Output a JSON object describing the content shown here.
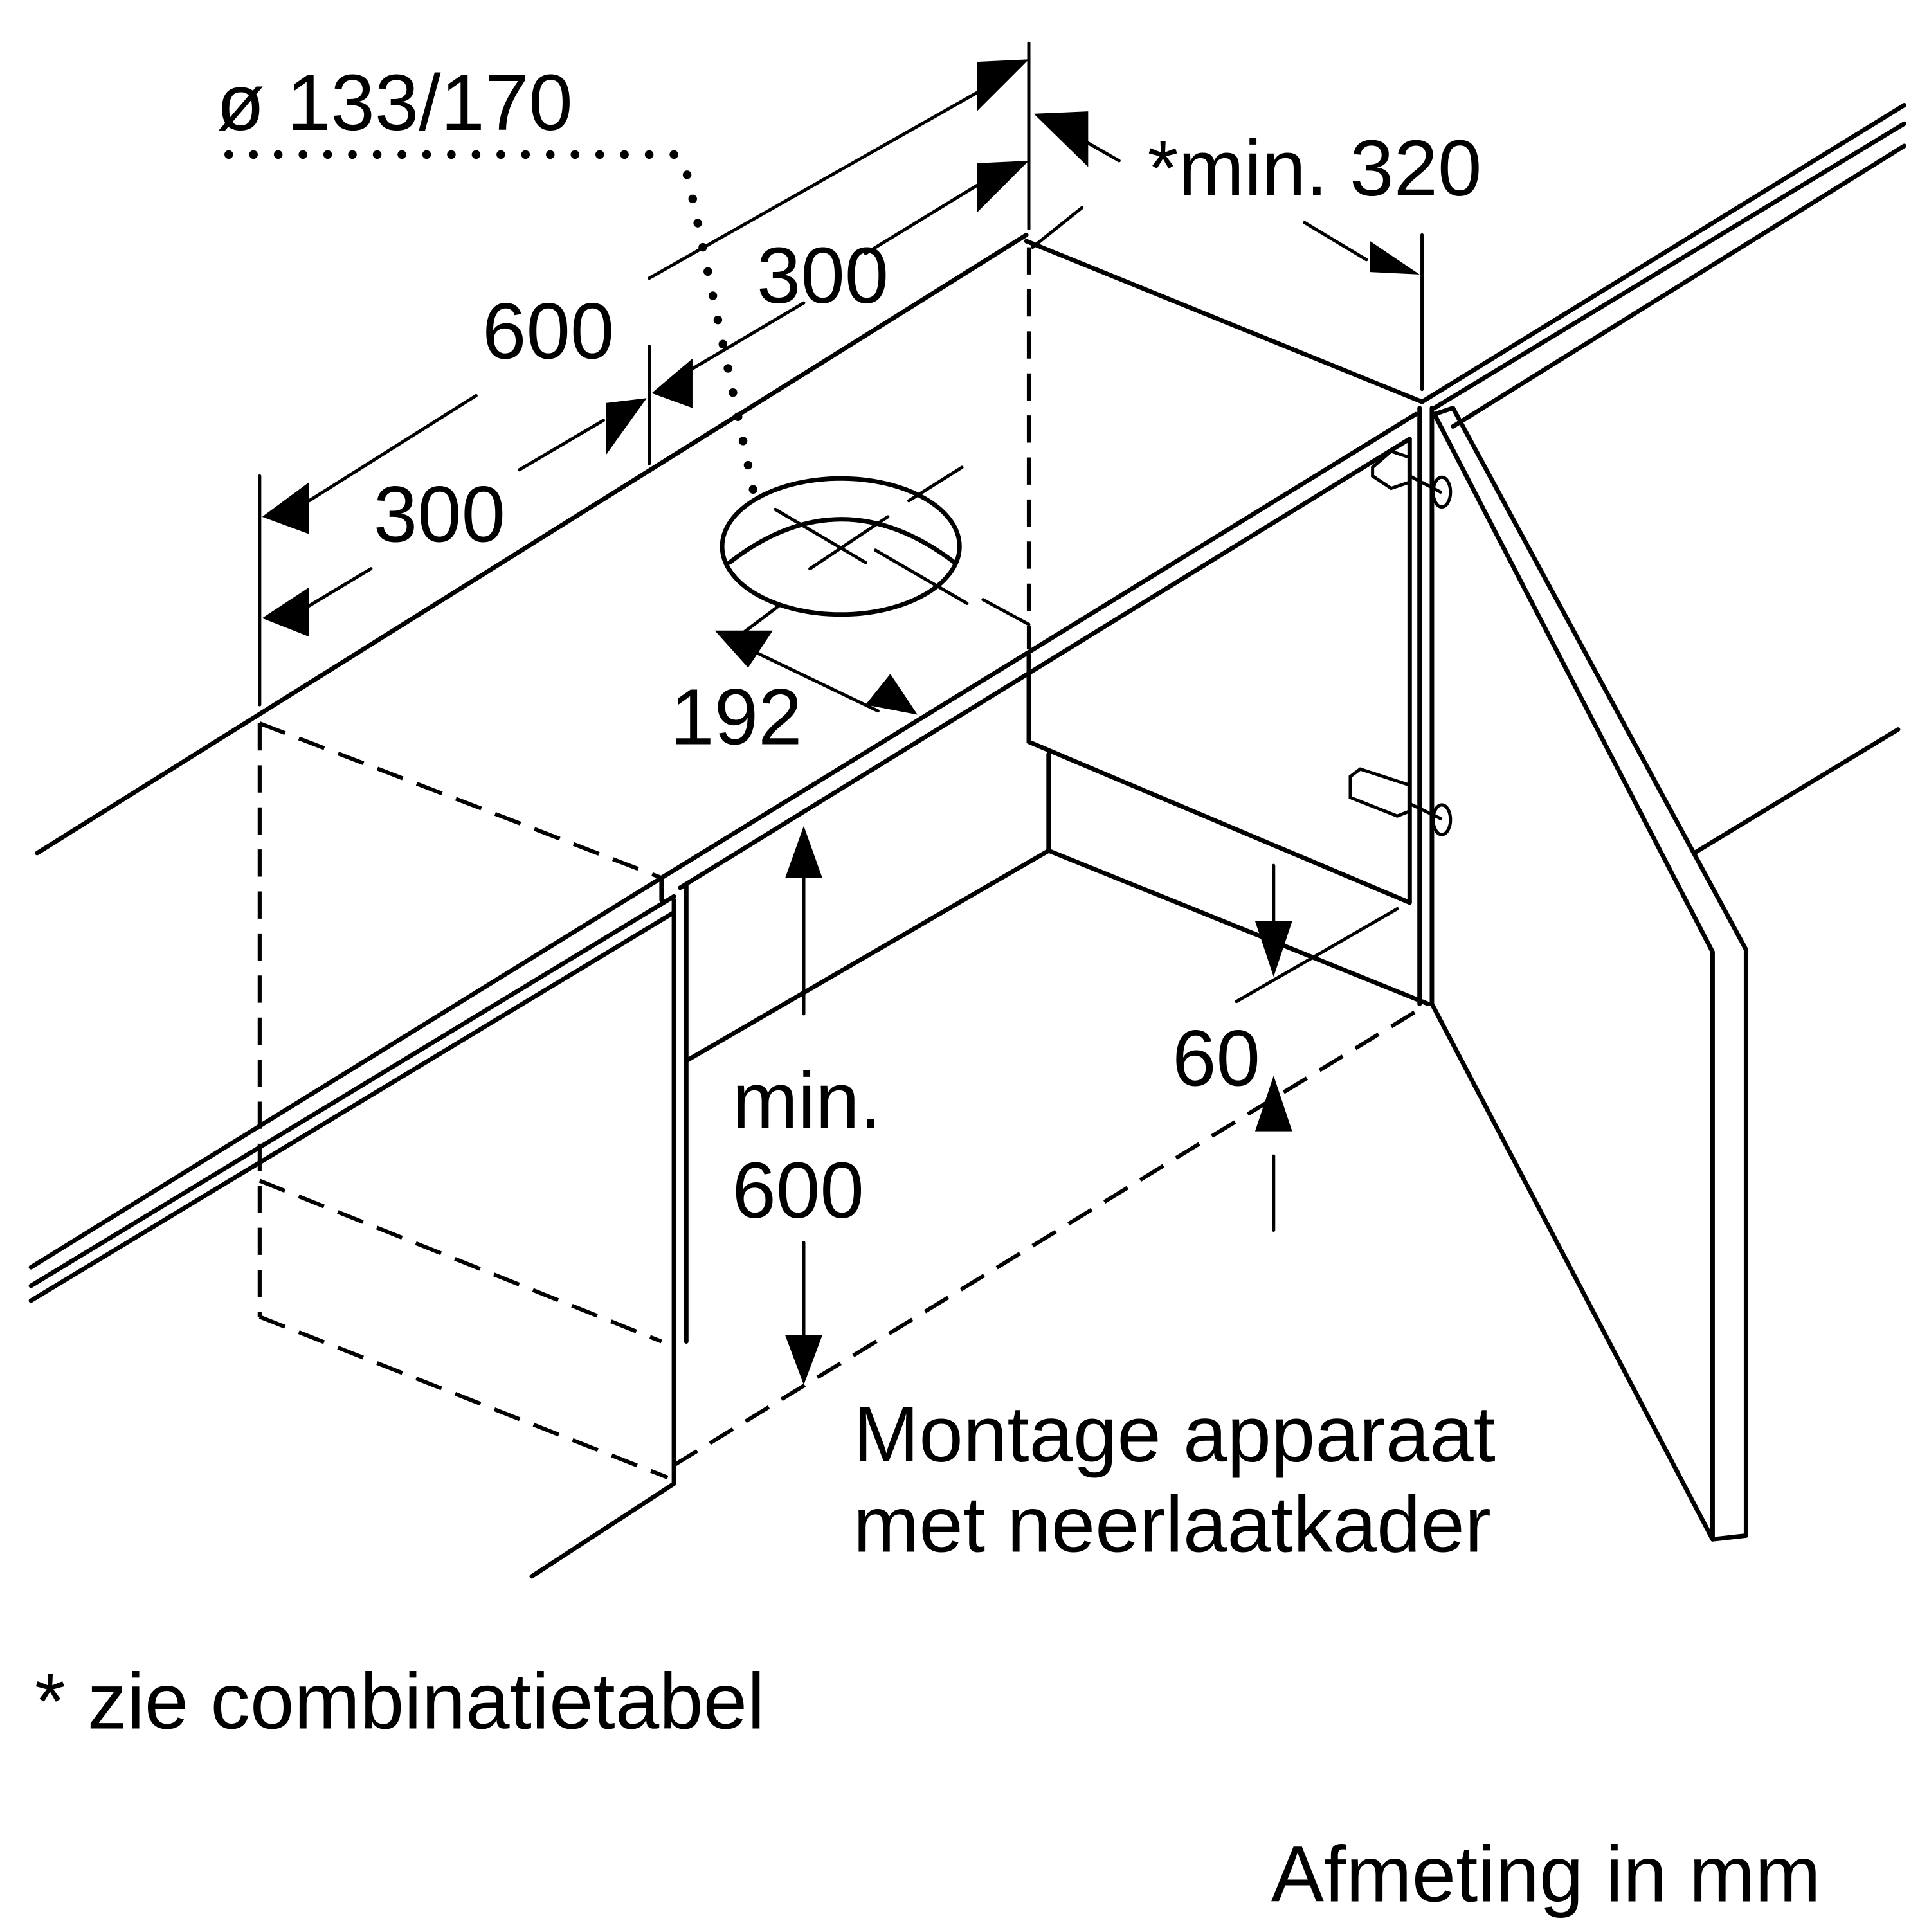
{
  "diagram": {
    "title": "Montage apparaat met neerlaatkader",
    "caption_lines": [
      "Montage apparaat",
      "met neerlaatkader"
    ],
    "footnote": "* zie combinatietabel",
    "units_note": "Afmeting in mm",
    "dimensions": {
      "duct_diameter": "ø 133/170",
      "cabinet_width": "600",
      "half_width_left": "300",
      "half_width_right": "300",
      "min_depth": "*min. 320",
      "hole_offset": "192",
      "frame_gap": "60",
      "min_height_line1": "min.",
      "min_height_line2": "600"
    },
    "colors": {
      "line": "#000000",
      "background": "#ffffff"
    }
  }
}
